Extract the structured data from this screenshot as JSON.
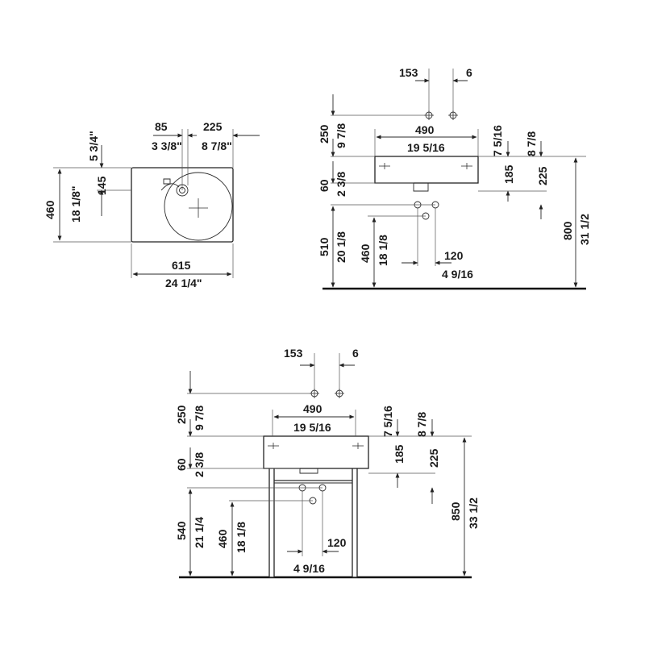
{
  "top_view": {
    "d85": "85",
    "d3_3_8": "3 3/8\"",
    "d225": "225",
    "d8_7_8": "8 7/8\"",
    "d5_3_4": "5 3/4\"",
    "d145": "145",
    "d460": "460",
    "d18_1_8": "18 1/8\"",
    "d615": "615",
    "d24_1_4": "24 1/4\""
  },
  "side_view_wall": {
    "d153": "153",
    "d6": "6",
    "d490": "490",
    "d19_5_16": "19 5/16",
    "d250": "250",
    "d9_7_8": "9 7/8",
    "d7_5_16": "7 5/16",
    "d8_7_8": "8 7/8",
    "d185": "185",
    "d225": "225",
    "d60": "60",
    "d2_3_8": "2 3/8",
    "d510": "510",
    "d20_1_8": "20 1/8",
    "d460": "460",
    "d18_1_8": "18 1/8",
    "d120": "120",
    "d4_9_16": "4 9/16",
    "d800": "800",
    "d31_1_2": "31 1/2"
  },
  "side_view_console": {
    "d153": "153",
    "d6": "6",
    "d490": "490",
    "d19_5_16": "19 5/16",
    "d250": "250",
    "d9_7_8": "9 7/8",
    "d7_5_16": "7 5/16",
    "d8_7_8": "8 7/8",
    "d185": "185",
    "d225": "225",
    "d60": "60",
    "d2_3_8": "2 3/8",
    "d540": "540",
    "d21_1_4": "21 1/4",
    "d460": "460",
    "d18_1_8": "18 1/8",
    "d120": "120",
    "d4_9_16": "4 9/16",
    "d850": "850",
    "d33_1_2": "33 1/2"
  }
}
